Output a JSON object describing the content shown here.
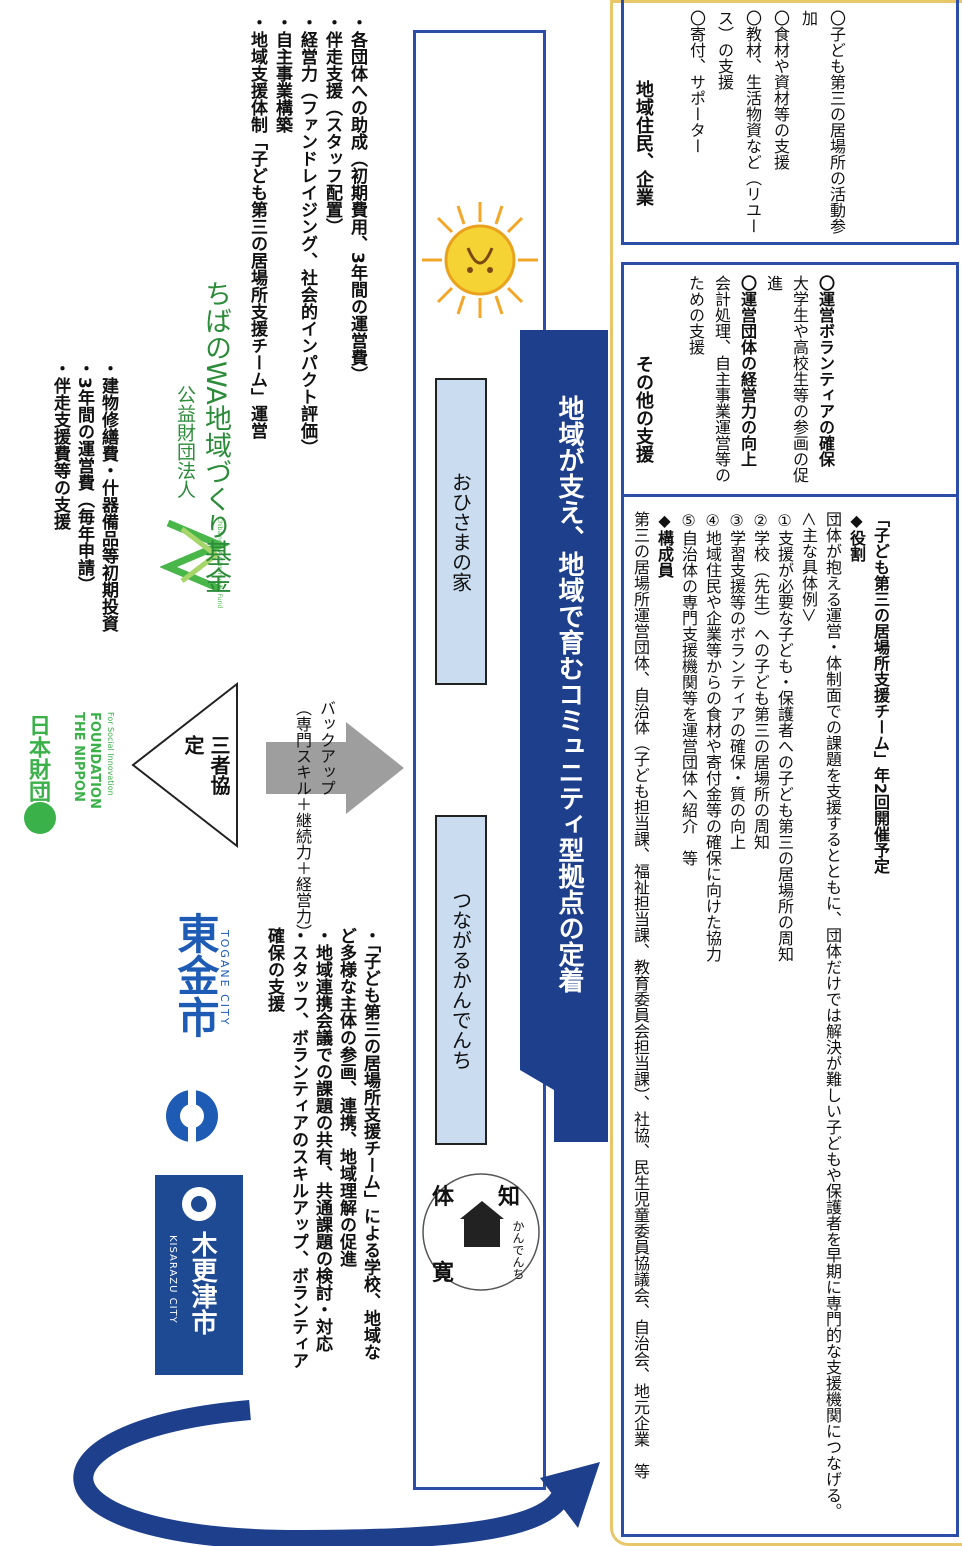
{
  "logos": {
    "kisarazu_name": "木更津市",
    "kisarazu_en": "KISARAZU CITY",
    "togane_name": "東金市",
    "togane_en": "TOGANE CITY",
    "nippon_jp": "日本財団",
    "nippon_en1": "THE NIPPON",
    "nippon_en2": "FOUNDATION",
    "nippon_tag": "For Social Innovation",
    "chiba_caption": "Chiba no WA Community Fund",
    "chiba_org_small": "公益財団法人",
    "chiba_org_name": "ちばのWA地域づくり基金"
  },
  "city_support": [
    "・「子ども第三の居場所支援チーム」による学校、地域など多様な主体の参画、連携、地域理解の促進",
    "・地域連携会議での課題の共有、共通課題の検討・対応",
    "・スタッフ、ボランティアのスキルアップ、ボランティア確保の支援"
  ],
  "triangle_label": "三者協定",
  "backup": {
    "line1": "バックアップ",
    "line2": "（専門スキル＋継続力＋経営力）"
  },
  "nippon_support": [
    "・建物修繕費・什器備品等初期投資",
    "・3年間の運営費（毎年申請）",
    "・伴走支援費等の支援"
  ],
  "chiba_support": [
    "・各団体への助成（初期費用、3年間の運営費）",
    "・伴走支援（スタッフ配置）",
    "・経営力（ファンドレイジング、社会的インパクト評価）",
    "・自主事業構築",
    "・地域支援体制「子ども第三の居場所支援チーム」運営"
  ],
  "places": {
    "place1": "つながるかんでんち",
    "place2": "おひさまの家",
    "kandenchi_chars": [
      "体",
      "知",
      "寛"
    ],
    "kandenchi_word": "かんでんち"
  },
  "banner": "地域が支え、地域で育むコミュニティ型拠点の定着",
  "team_box": {
    "title": "「子ども第三の居場所支援チーム」年2回開催予定",
    "role_head": "◆役割",
    "role_text": "団体が抱える運営・体制面での課題を支援するとともに、団体だけでは解決が難しい子どもや保護者を早期に専門的な支援機関につなげる。",
    "examples_head": "＜主な具体例＞",
    "examples": [
      "①支援が必要な子ども・保護者への子ども第三の居場所の周知",
      "②学校（先生）への子ども第三の居場所の周知",
      "③学習支援等のボランティアの確保・質の向上",
      "④地域住民や企業等からの食材や寄付金等の確保に向けた協力",
      "⑤自治体の専門支援機関等を運営団体へ紹介　等"
    ],
    "members_head": "◆構成員",
    "members_text": "第三の居場所運営団体、自治体（子ども担当課、福祉担当課、教育委員会担当課）、社協、民生児童委員協議会、自治会、地元企業　等"
  },
  "other_box": {
    "title": "その他の支援",
    "item1_head": "〇運営ボランティアの確保",
    "item1_text": "大学生や高校生等の参画の促進",
    "item2_head": "〇運営団体の経営力の向上",
    "item2_text": "会計処理、自主事業運営等のための支援"
  },
  "residents_box": {
    "title": "地域住民、企業",
    "items": [
      "〇子ども第三の居場所の活動参加",
      "〇食材や資材等の支援",
      "〇教材、生活物資など（リユース）の支援",
      "〇寄付、サポーター"
    ]
  },
  "colors": {
    "navy": "#1f3b7a",
    "banner_blue": "#1e3f8c",
    "place_fill": "#c9dcf0",
    "gold_border": "#e8c66a",
    "blue_border": "#2b4fa8",
    "gray_arrow": "#9e9e9e"
  }
}
